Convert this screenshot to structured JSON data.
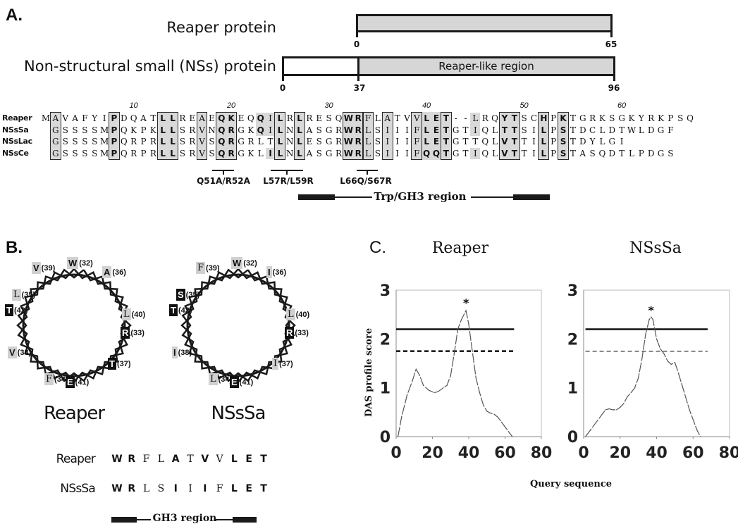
{
  "panelA": {
    "label": "A.",
    "reaper_label": "Reaper protein",
    "nss_label": "Non-structural small (NSs) protein",
    "reaper_bar": {
      "start": "0",
      "end": "65"
    },
    "nss_bar": {
      "start": "0",
      "split": "37",
      "end": "96",
      "region_label": "Reaper-like region"
    },
    "position_numbers": [
      "10",
      "20",
      "30",
      "40",
      "50",
      "60"
    ],
    "sequences": [
      {
        "name": "Reaper",
        "seq": "MAVAFYIPDQATLLREAEQKEQQILRLRESQWRFLATVVLET--LRQYTSCHPKTGRKSGKYRKPSQ"
      },
      {
        "name": "NSsSa",
        "seq": " GSSSSMPQKPKLLSRVNQRGKQILNLASGRWRLSIIIFLETGTIQLTTSILPSTDCLDTWLDGF"
      },
      {
        "name": "NSsLac",
        "seq": " GSSSSMPQRPRLLSRVSQRGRLTLNLESGRWRLSIIIFLETGTTQLVTTILPSTDYLGI"
      },
      {
        "name": "NSsCe",
        "seq": " GSSSSMPQRPRLLSRVSQRGKLILNLASGRWRLSIIIFQQTGTIQLVTTILPSTASQDTLPDGS"
      }
    ],
    "mutations": [
      "Q51A/R52A",
      "L57R/L59R",
      "L66Q/S67R"
    ],
    "trp_region_label": "Trp/GH3 region"
  },
  "panelB": {
    "label": "B.",
    "wheels": [
      {
        "title": "Reaper",
        "residues": [
          {
            "aa": "W",
            "pos": "(32)",
            "style": "g"
          },
          {
            "aa": "A",
            "pos": "(36)",
            "style": "g"
          },
          {
            "aa": "L",
            "pos": "(40)",
            "style": "g"
          },
          {
            "aa": "R",
            "pos": "(33)",
            "style": "k"
          },
          {
            "aa": "T",
            "pos": "(37)",
            "style": "k"
          },
          {
            "aa": "E",
            "pos": "(41)",
            "style": "k"
          },
          {
            "aa": "F",
            "pos": "(34)",
            "style": "g"
          },
          {
            "aa": "V",
            "pos": "(38)",
            "style": "g"
          },
          {
            "aa": "T",
            "pos": "(42)",
            "style": "k"
          },
          {
            "aa": "L",
            "pos": "(35)",
            "style": "g"
          },
          {
            "aa": "V",
            "pos": "(39)",
            "style": "g"
          }
        ]
      },
      {
        "title": "NSsSa",
        "residues": [
          {
            "aa": "W",
            "pos": "(32)",
            "style": "g"
          },
          {
            "aa": "I",
            "pos": "(36)",
            "style": "g"
          },
          {
            "aa": "L",
            "pos": "(40)",
            "style": "g"
          },
          {
            "aa": "R",
            "pos": "(33)",
            "style": "k"
          },
          {
            "aa": "I",
            "pos": "(37)",
            "style": "g"
          },
          {
            "aa": "E",
            "pos": "(41)",
            "style": "k"
          },
          {
            "aa": "L",
            "pos": "(34)",
            "style": "g"
          },
          {
            "aa": "I",
            "pos": "(38)",
            "style": "g"
          },
          {
            "aa": "T",
            "pos": "(42)",
            "style": "k"
          },
          {
            "aa": "S",
            "pos": "(35)",
            "style": "k"
          },
          {
            "aa": "F",
            "pos": "(39)",
            "style": "g"
          }
        ]
      }
    ],
    "comparison": [
      {
        "name": "Reaper",
        "residues": [
          "W",
          "R",
          "F",
          "L",
          "A",
          "T",
          "V",
          "V",
          "L",
          "E",
          "T"
        ],
        "bold": [
          1,
          1,
          0,
          0,
          1,
          0,
          1,
          0,
          1,
          1,
          1
        ]
      },
      {
        "name": "NSsSa",
        "residues": [
          "W",
          "R",
          "L",
          "S",
          "I",
          "I",
          "I",
          "F",
          "L",
          "E",
          "T"
        ],
        "bold": [
          1,
          1,
          0,
          0,
          1,
          0,
          1,
          0,
          1,
          1,
          1
        ]
      }
    ],
    "gh3_label": "GH3 region"
  },
  "panelC": {
    "label": "C.",
    "xlabel": "Query sequence",
    "ylabel": "DAS profile score"
  },
  "chart_data": [
    {
      "type": "line",
      "title": "Reaper",
      "xlabel": "Query sequence",
      "ylabel": "DAS profile score",
      "xlim": [
        0,
        80
      ],
      "ylim": [
        0,
        3
      ],
      "xticks": [
        "0",
        "20",
        "40",
        "60",
        "80"
      ],
      "yticks": [
        "0",
        "1",
        "2",
        "3"
      ],
      "thresholds": {
        "strict": 2.2,
        "loose": 1.75
      },
      "annotation": {
        "text": "*",
        "x": 38.5,
        "y": 2.6
      },
      "x": [
        1,
        3,
        6,
        9,
        11,
        13,
        15,
        18,
        21,
        23,
        26,
        28,
        30,
        32,
        34,
        36,
        38.5,
        40,
        42,
        44,
        46,
        48,
        50,
        52,
        54,
        56,
        58,
        60,
        62,
        64
      ],
      "y": [
        0.0,
        0.4,
        0.85,
        1.15,
        1.38,
        1.25,
        1.05,
        0.95,
        0.9,
        0.92,
        1.0,
        1.05,
        1.25,
        1.7,
        2.2,
        2.4,
        2.58,
        2.3,
        1.75,
        1.2,
        0.9,
        0.65,
        0.52,
        0.48,
        0.46,
        0.4,
        0.3,
        0.2,
        0.1,
        0.0
      ]
    },
    {
      "type": "line",
      "title": "NSsSa",
      "xlabel": "Query sequence",
      "ylabel": "DAS profile score",
      "xlim": [
        0,
        80
      ],
      "ylim": [
        0,
        3
      ],
      "xticks": [
        "0",
        "20",
        "40",
        "60",
        "80"
      ],
      "yticks": [
        "0",
        "1",
        "2",
        "3"
      ],
      "thresholds": {
        "strict": 2.2,
        "loose": 1.75
      },
      "annotation": {
        "text": "*",
        "x": 37,
        "y": 2.45
      },
      "x": [
        1,
        4,
        7,
        10,
        12,
        14,
        16,
        18,
        20,
        22,
        24,
        26,
        28,
        30,
        32,
        34,
        36,
        37,
        38,
        40,
        42,
        44,
        46,
        48,
        50,
        52,
        54,
        56,
        58,
        60,
        62,
        64
      ],
      "y": [
        0.0,
        0.15,
        0.3,
        0.45,
        0.55,
        0.57,
        0.55,
        0.55,
        0.6,
        0.68,
        0.82,
        0.9,
        1.0,
        1.2,
        1.6,
        2.1,
        2.4,
        2.45,
        2.4,
        2.0,
        1.8,
        1.7,
        1.55,
        1.48,
        1.52,
        1.3,
        1.05,
        0.8,
        0.55,
        0.35,
        0.15,
        0.0
      ]
    }
  ]
}
